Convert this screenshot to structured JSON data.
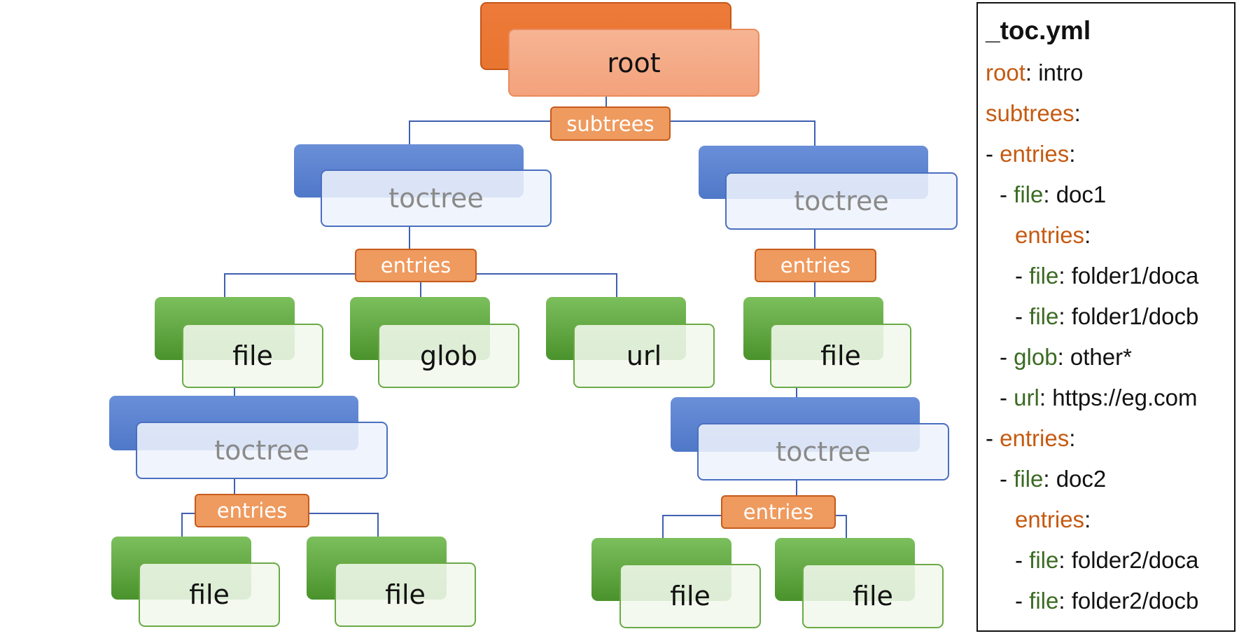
{
  "diagram": {
    "root": {
      "label": "root"
    },
    "subtrees_label": "subtrees",
    "entries_label": "entries",
    "toctree_label": "toctree",
    "file_label": "file",
    "glob_label": "glob",
    "url_label": "url"
  },
  "colors": {
    "orange": "#e8752f",
    "blue": "#5b82d0",
    "green": "#5aa33a",
    "line": "#3f5fb0"
  },
  "yaml": {
    "title": "_toc.yml",
    "lines": [
      {
        "prefix": "",
        "key": "root",
        "sep": ":",
        "value": " intro"
      },
      {
        "prefix": "",
        "key": "subtrees",
        "sep": ":",
        "value": ""
      },
      {
        "prefix": "- ",
        "key": "entries",
        "sep": ":",
        "value": ""
      },
      {
        "prefix": "- ",
        "key": "file",
        "sep": ":",
        "value": " doc1"
      },
      {
        "prefix": "",
        "key": "entries",
        "sep": ":",
        "value": ""
      },
      {
        "prefix": "- ",
        "key": "file",
        "sep": ":",
        "value": " folder1/doca"
      },
      {
        "prefix": "- ",
        "key": "file",
        "sep": ":",
        "value": " folder1/docb"
      },
      {
        "prefix": "- ",
        "key": "glob",
        "sep": ":",
        "value": " other*"
      },
      {
        "prefix": "- ",
        "key": "url",
        "sep": ":",
        "value": " https://eg.com"
      },
      {
        "prefix": "- ",
        "key": "entries",
        "sep": ":",
        "value": ""
      },
      {
        "prefix": "- ",
        "key": "file",
        "sep": ":",
        "value": " doc2"
      },
      {
        "prefix": "",
        "key": "entries",
        "sep": ":",
        "value": ""
      },
      {
        "prefix": "- ",
        "key": "file",
        "sep": ":",
        "value": " folder2/doca"
      },
      {
        "prefix": "- ",
        "key": "file",
        "sep": ":",
        "value": " folder2/docb"
      }
    ]
  }
}
